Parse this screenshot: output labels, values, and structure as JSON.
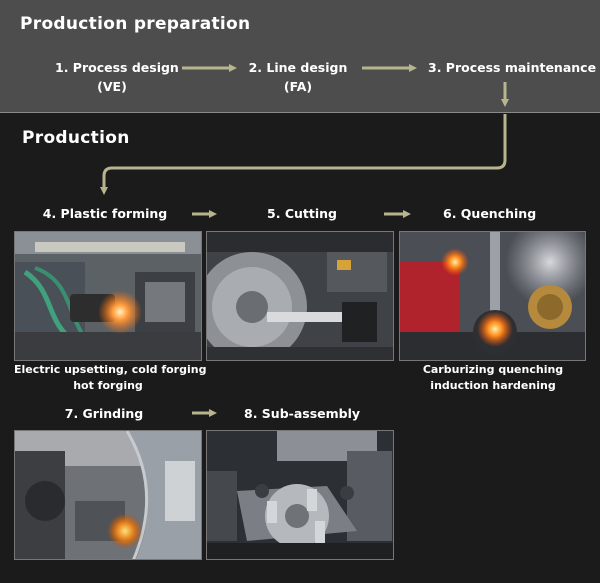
{
  "preparation": {
    "title": "Production preparation",
    "steps": [
      {
        "label": "1. Process design",
        "sub": "(VE)"
      },
      {
        "label": "2. Line design",
        "sub": "(FA)"
      },
      {
        "label": "3. Process maintenance"
      }
    ]
  },
  "production": {
    "title": "Production",
    "steps": [
      {
        "label": "4. Plastic forming",
        "caption": [
          "Electric upsetting, cold forging",
          "hot forging"
        ]
      },
      {
        "label": "5. Cutting"
      },
      {
        "label": "6. Quenching",
        "caption": [
          "Carburizing quenching",
          "induction hardening"
        ]
      },
      {
        "label": "7. Grinding"
      },
      {
        "label": "8. Sub-assembly"
      }
    ]
  },
  "colors": {
    "arrow": "#b8b58e",
    "prep_bg": "#4d4d4d",
    "prod_bg": "#1b1b1b"
  }
}
